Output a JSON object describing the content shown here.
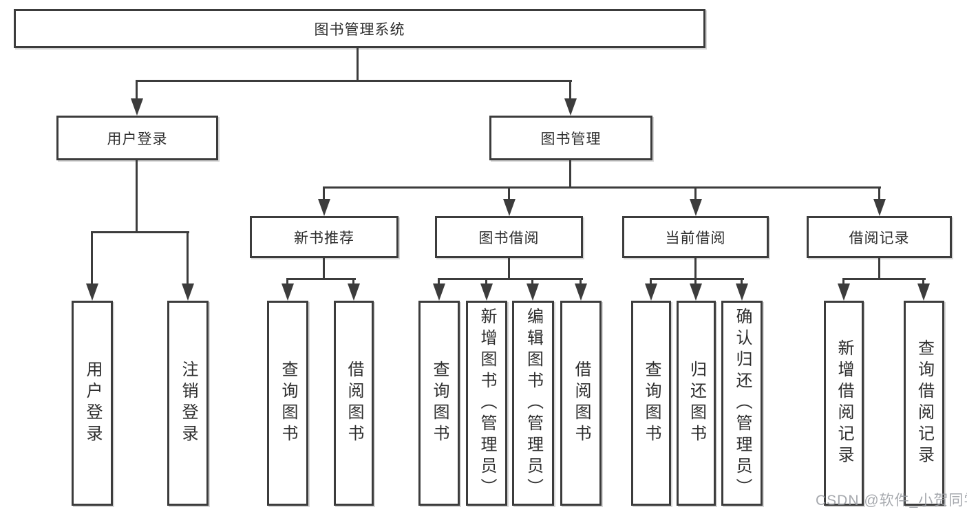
{
  "colors": {
    "line": "#3c3c3c",
    "box_border": "#3c3c3c",
    "text": "#2e2e2e",
    "background": "#ffffff",
    "watermark": "#969aa0"
  },
  "watermark": {
    "text": "CSDN @软件_小贺同学"
  },
  "tree": {
    "label": "图书管理系统",
    "children": [
      {
        "label": "用户登录",
        "children": [
          {
            "label": "用户登录"
          },
          {
            "label": "注销登录"
          }
        ]
      },
      {
        "label": "图书管理",
        "children": [
          {
            "label": "新书推荐",
            "children": [
              {
                "label": "查询图书"
              },
              {
                "label": "借阅图书"
              }
            ]
          },
          {
            "label": "图书借阅",
            "children": [
              {
                "label": "查询图书"
              },
              {
                "label": "新增图书（管理员）"
              },
              {
                "label": "编辑图书（管理员）"
              },
              {
                "label": "借阅图书"
              }
            ]
          },
          {
            "label": "当前借阅",
            "children": [
              {
                "label": "查询图书"
              },
              {
                "label": "归还图书"
              },
              {
                "label": "确认归还（管理员）"
              }
            ]
          },
          {
            "label": "借阅记录",
            "children": [
              {
                "label": "新增借阅记录"
              },
              {
                "label": "查询借阅记录"
              }
            ]
          }
        ]
      }
    ]
  }
}
